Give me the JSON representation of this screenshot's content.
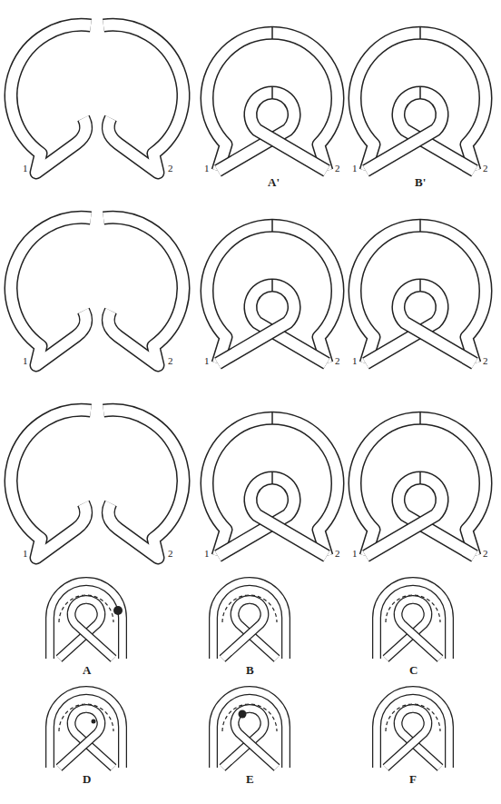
{
  "diagram": {
    "labels": [
      "1",
      "2",
      "1",
      "2",
      "A'",
      "1",
      "2",
      "B'",
      "1",
      "2",
      "1",
      "2",
      "1",
      "2",
      "1",
      "2",
      "1",
      "2",
      "1",
      "2",
      "A",
      "B",
      "C",
      "D",
      "E",
      "F"
    ]
  }
}
